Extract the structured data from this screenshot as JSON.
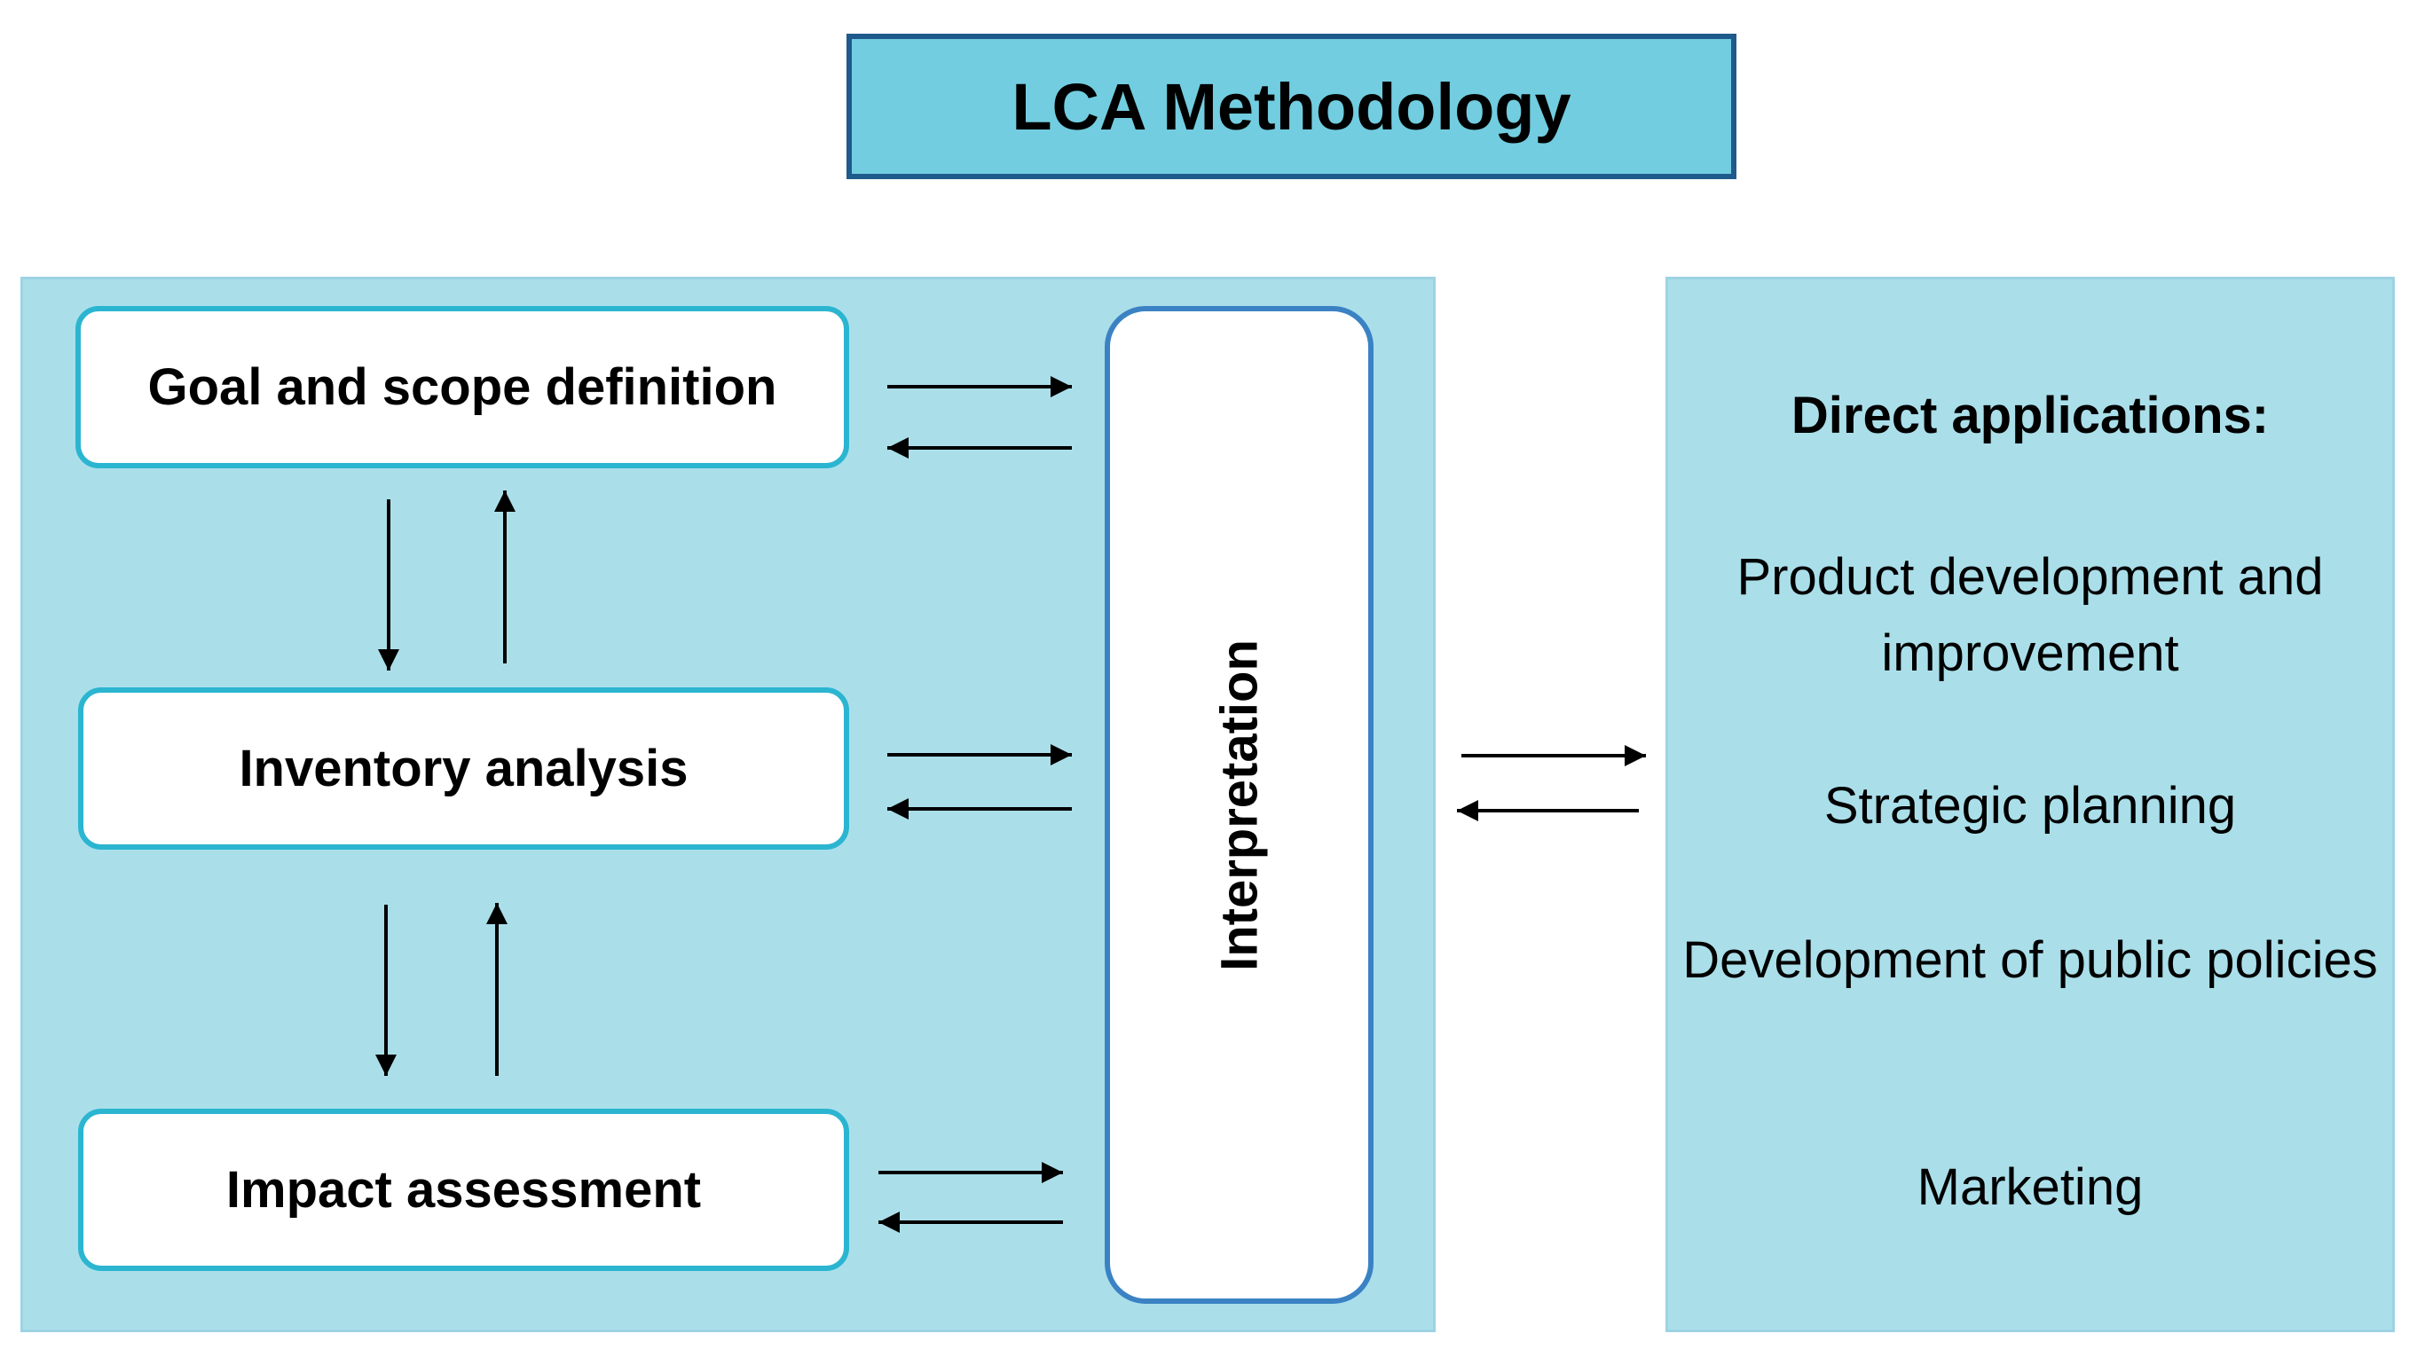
{
  "title": "LCA Methodology",
  "steps": {
    "goal": "Goal and scope definition",
    "inventory": "Inventory analysis",
    "impact": "Impact assessment",
    "interpretation": "Interpretation"
  },
  "applications": {
    "title": "Direct applications:",
    "items": [
      "Product development and improvement",
      "Strategic planning",
      "Development of public policies",
      "Marketing"
    ]
  },
  "colors": {
    "title_fill": "#72cde0",
    "title_border": "#1f5a8c",
    "panel_fill": "#aadfea",
    "step_border": "#2bb5d0",
    "interpretation_border": "#3b82c4"
  }
}
